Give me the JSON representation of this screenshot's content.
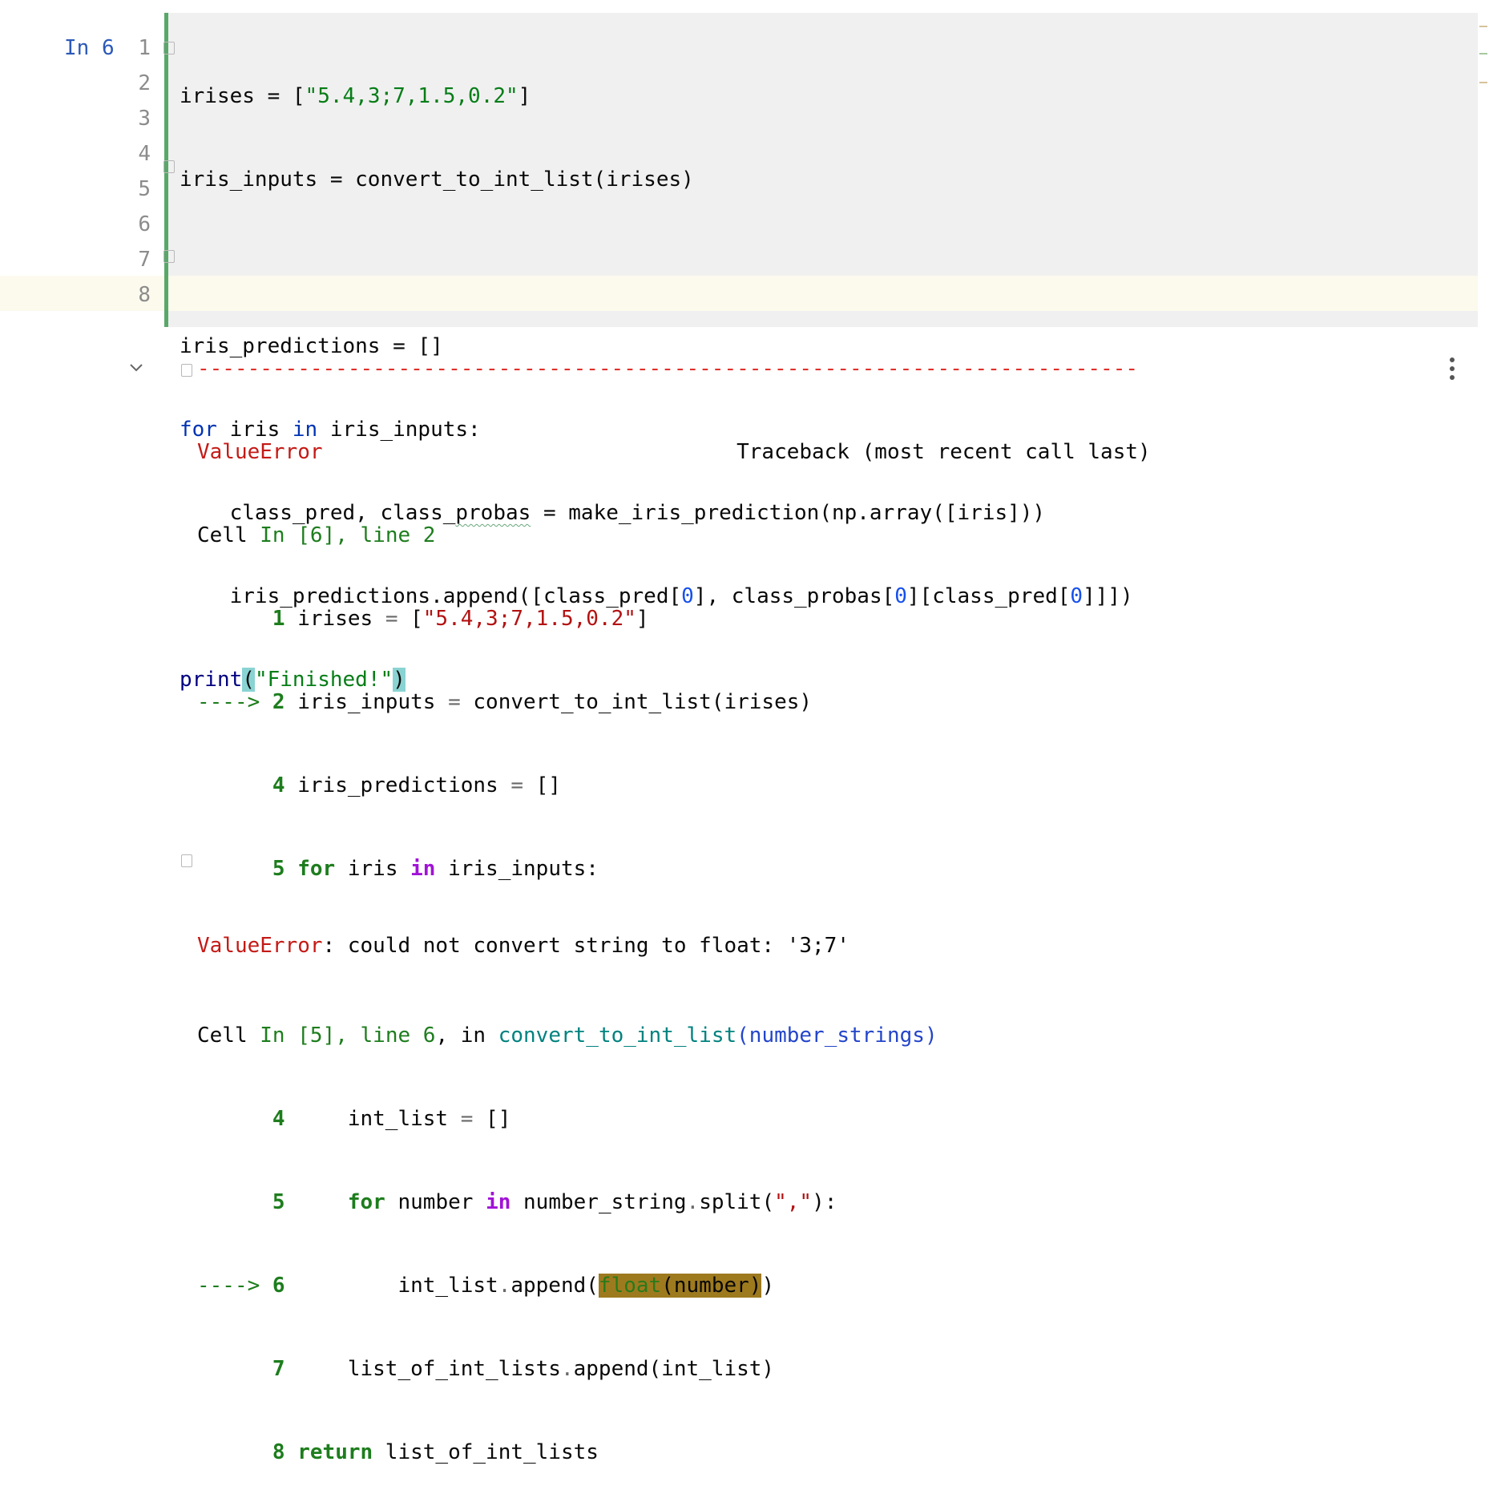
{
  "cell": {
    "exec_label": "In 6",
    "line_numbers": [
      "1",
      "2",
      "3",
      "4",
      "5",
      "6",
      "7",
      "8"
    ],
    "code": {
      "l1": {
        "a": "irises = [",
        "s": "\"5.4,3;7,1.5,0.2\"",
        "b": "]"
      },
      "l2": "iris_inputs = convert_to_int_list(irises)",
      "l4": "iris_predictions = []",
      "l5": {
        "kw1": "for",
        "a": " iris ",
        "kw2": "in",
        "b": " iris_inputs:"
      },
      "l6": {
        "a": "    class_pred, class_",
        "sq": "probas",
        "b": " = make_iris_prediction(np.array([iris]))"
      },
      "l7": {
        "a": "    iris_predictions.append([class_pred[",
        "n1": "0",
        "b": "], class_probas[",
        "n2": "0",
        "c": "][class_pred[",
        "n3": "0",
        "d": "]]])"
      },
      "l8": {
        "fn": "print",
        "p1": "(",
        "s": "\"Finished!\"",
        "p2": ")"
      }
    }
  },
  "output": {
    "dashes": "---------------------------------------------------------------------------",
    "header": {
      "error": "ValueError",
      "pad": "                                 ",
      "traceback": "Traceback (most recent call last)"
    },
    "cell6": {
      "cell": "Cell ",
      "in": "In [6], line 2"
    },
    "t1": {
      "pad": "      ",
      "n": "1",
      "a": " irises ",
      "eq": "=",
      "b": " [",
      "s": "\"5.4,3;7,1.5,0.2\"",
      "c": "]"
    },
    "t2": {
      "arrow": "----> ",
      "n": "2",
      "a": " iris_inputs ",
      "eq": "=",
      "b": " convert_to_int_list(irises)"
    },
    "t4": {
      "pad": "      ",
      "n": "4",
      "a": " iris_predictions ",
      "eq": "=",
      "b": " []"
    },
    "t5": {
      "pad": "      ",
      "n": "5",
      "sp": " ",
      "kw": "for",
      "a": " iris ",
      "in": "in",
      "b": " iris_inputs:"
    },
    "cell5": {
      "cell": "Cell ",
      "in": "In [5], line 6",
      "a": ", in ",
      "fn": "convert_to_int_list",
      "args": "(number_strings)"
    },
    "u4": {
      "pad": "      ",
      "n": "4",
      "a": "     int_list ",
      "eq": "=",
      "b": " []"
    },
    "u5": {
      "pad": "      ",
      "n": "5",
      "a": "     ",
      "kw": "for",
      "b": " number ",
      "in": "in",
      "c": " number_string",
      "dot": ".",
      "d": "split(",
      "s": "\",\"",
      "e": "):"
    },
    "u6": {
      "arrow": "----> ",
      "n": "6",
      "a": "         int_list",
      "dot": ".",
      "b": "append(",
      "hl_fn": "float",
      "hl_arg": "(number)",
      "c": ")"
    },
    "u7": {
      "pad": "      ",
      "n": "7",
      "a": "     list_of_int_lists",
      "dot": ".",
      "b": "append(int_list)"
    },
    "u8": {
      "pad": "      ",
      "n": "8",
      "sp": " ",
      "kw": "return",
      "a": " list_of_int_lists"
    },
    "final": {
      "error": "ValueError",
      "msg": ": could not convert string to float: '3;7'"
    }
  }
}
